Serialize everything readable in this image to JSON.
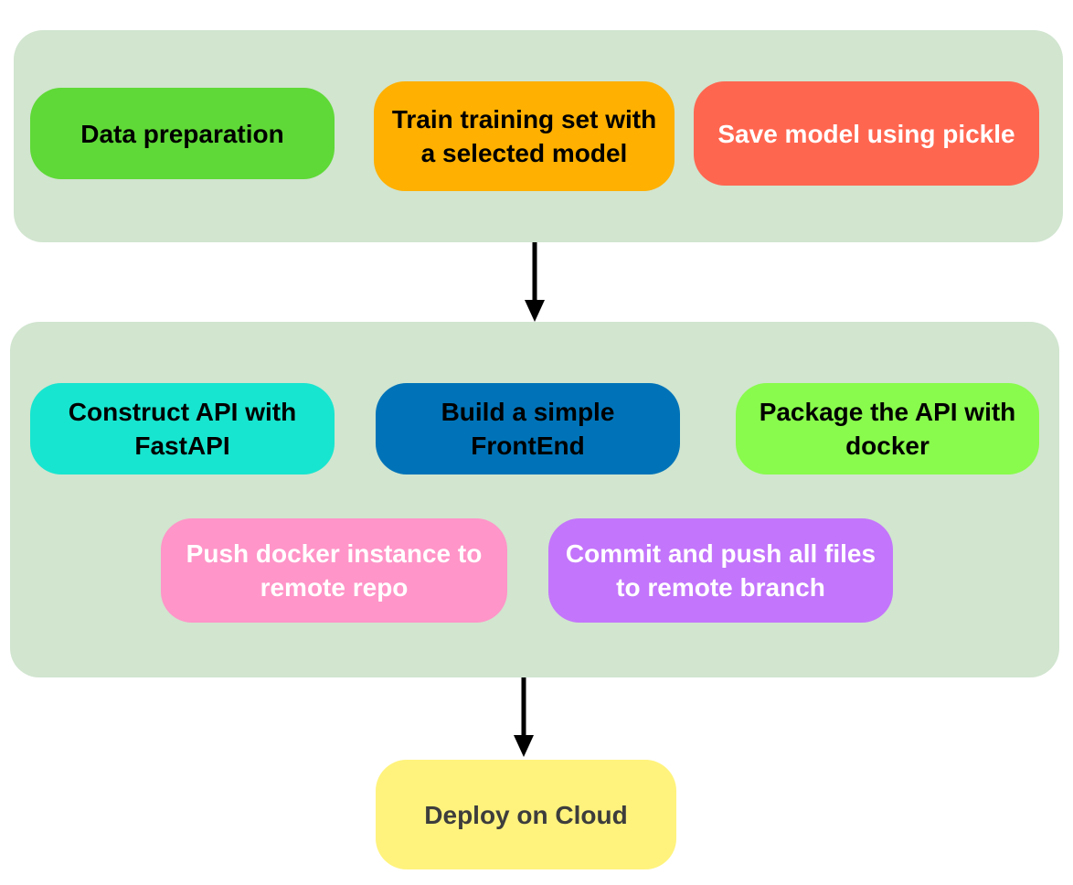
{
  "diagram": {
    "groups": [
      {
        "id": "stage-1",
        "color": "#d1e5cf"
      },
      {
        "id": "stage-2",
        "color": "#d1e5cf"
      }
    ],
    "nodes": {
      "data_prep": {
        "label": "Data preparation",
        "fill": "#5fd937",
        "text_color": "#000000"
      },
      "train": {
        "label": "Train training set with a selected model",
        "fill": "#ffb000",
        "text_color": "#000000"
      },
      "save": {
        "label": "Save model using pickle",
        "fill": "#ff6650",
        "text_color": "#ffffff"
      },
      "api": {
        "label": "Construct API with FastAPI",
        "fill": "#18e5cf",
        "text_color": "#000000"
      },
      "frontend": {
        "label": "Build a simple FrontEnd",
        "fill": "#0073b8",
        "text_color": "#000000"
      },
      "package": {
        "label": "Package the API with docker",
        "fill": "#89fb4c",
        "text_color": "#000000"
      },
      "push": {
        "label": "Push docker instance to remote repo",
        "fill": "#ff95c8",
        "text_color": "#ffffff"
      },
      "commit": {
        "label": "Commit and push all files to remote branch",
        "fill": "#c375fb",
        "text_color": "#ffffff"
      },
      "deploy": {
        "label": "Deploy on Cloud",
        "fill": "#fff37d",
        "text_color": "#3d3d3d"
      }
    },
    "edges": [
      {
        "from": "stage-1",
        "to": "stage-2"
      },
      {
        "from": "stage-2",
        "to": "deploy"
      }
    ],
    "arrow_color": "#000000"
  }
}
